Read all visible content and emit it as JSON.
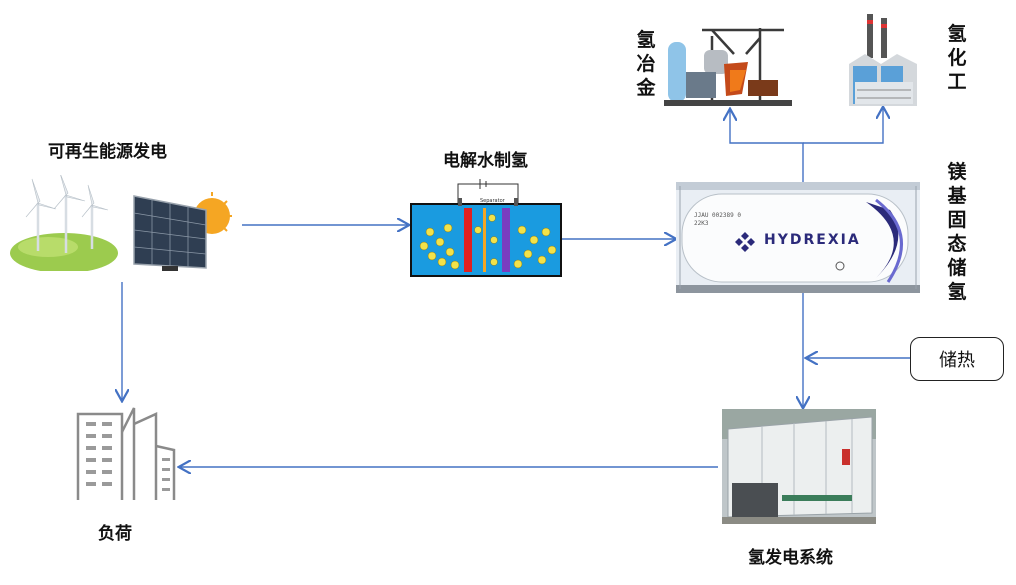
{
  "labels": {
    "renewable": "可再生能源发电",
    "electrolysis": "电解水制氢",
    "metallurgy": "氢冶金",
    "chemical": "氢化工",
    "storage": "镁基固态储氢",
    "heat": "储热",
    "load": "负荷",
    "generation": "氢发电系统"
  },
  "tank": {
    "brand": "HYDREXIA",
    "code_line1": "JJAU 002389 0",
    "code_line2": "22K3"
  },
  "electrolyzer": {
    "separator": "Separator"
  },
  "colors": {
    "arrow": "#4472c4",
    "water": "#1a9be0",
    "cathode": "#e02020",
    "anode": "#7a3cc0",
    "sun": "#f5a623"
  }
}
